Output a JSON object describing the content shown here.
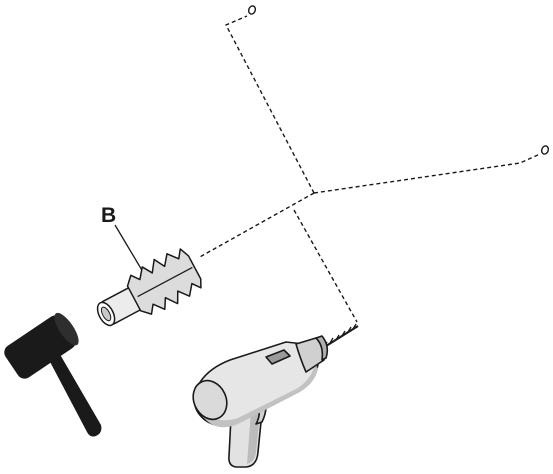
{
  "figure": {
    "part_label": "B",
    "parts": [
      "wall-plug",
      "rubber-mallet",
      "electric-drill",
      "drill-bit",
      "screw-holes",
      "alignment-lines"
    ],
    "colors": {
      "line": "#1a1a1a",
      "drill_body": "#e6e6e6",
      "drill_shadow": "#bcbcbc",
      "plug": "#ececec",
      "plug_shadow": "#c9c9c9",
      "mallet": "#1a1a1a"
    }
  }
}
